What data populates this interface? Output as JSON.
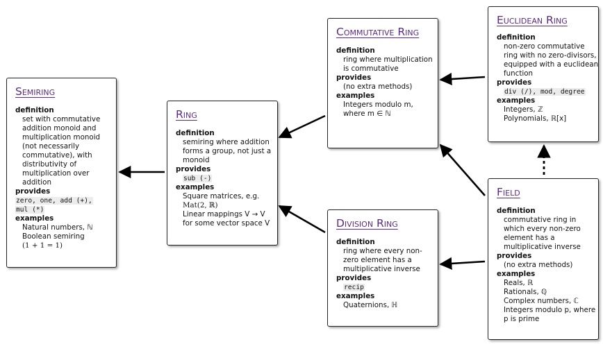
{
  "cards": {
    "semiring": {
      "title": "Semiring",
      "definition_label": "definition",
      "definition_lines": [
        "set with commutative",
        "addition monoid and",
        "multiplication monoid",
        "(not necessarily",
        "commutative), with",
        "distributivity of",
        "multiplication over",
        "addition"
      ],
      "provides_label": "provides",
      "provides_lines": [
        "zero, one, add (+),",
        "mul (*)"
      ],
      "examples_label": "examples",
      "examples_lines": [
        "Natural numbers, ℕ",
        "Boolean semiring",
        "(1 + 1 = 1)"
      ]
    },
    "ring": {
      "title": "Ring",
      "definition_label": "definition",
      "definition_lines": [
        "semiring where addition",
        "forms a group, not just a",
        "monoid"
      ],
      "provides_label": "provides",
      "provides_lines": [
        "sub (-)"
      ],
      "examples_label": "examples",
      "examples_lines": [
        "Square matrices, e.g.",
        "Mat(2, ℝ)",
        "Linear mappings V → V",
        "for some vector space V"
      ]
    },
    "commutative_ring": {
      "title": "Commutative Ring",
      "definition_label": "definition",
      "definition_lines": [
        "ring where multiplication",
        "is commutative"
      ],
      "provides_label": "provides",
      "provides_lines": [
        "(no extra methods)"
      ],
      "examples_label": "examples",
      "examples_lines": [
        "Integers modulo m,",
        "where m ∈ ℕ"
      ]
    },
    "euclidean_ring": {
      "title": "Euclidean Ring",
      "definition_label": "definition",
      "definition_lines": [
        "non-zero commutative",
        "ring with no zero-divisors,",
        "equipped with a euclidean",
        "function"
      ],
      "provides_label": "provides",
      "provides_lines": [
        "div (/), mod, degree"
      ],
      "examples_label": "examples",
      "examples_lines": [
        "Integers, ℤ",
        "Polynomials, ℝ[x]"
      ]
    },
    "division_ring": {
      "title": "Division Ring",
      "definition_label": "definition",
      "definition_lines": [
        "ring where every non-",
        "zero element has a",
        "multiplicative inverse"
      ],
      "provides_label": "provides",
      "provides_lines": [
        "recip"
      ],
      "examples_label": "examples",
      "examples_lines": [
        "Quaternions, ℍ"
      ]
    },
    "field": {
      "title": "Field",
      "definition_label": "definition",
      "definition_lines": [
        "commutative ring in",
        "which every non-zero",
        "element has a",
        "multiplicative inverse"
      ],
      "provides_label": "provides",
      "provides_lines": [
        "(no extra methods)"
      ],
      "examples_label": "examples",
      "examples_lines": [
        "Reals, ℝ",
        "Rationals, ℚ",
        "Complex numbers, ℂ",
        "Integers modulo p, where",
        "p is prime"
      ]
    }
  },
  "colors": {
    "title": "#5a2a86",
    "border": "#222222",
    "arrow": "#000000",
    "code_bg": "#ececec"
  }
}
